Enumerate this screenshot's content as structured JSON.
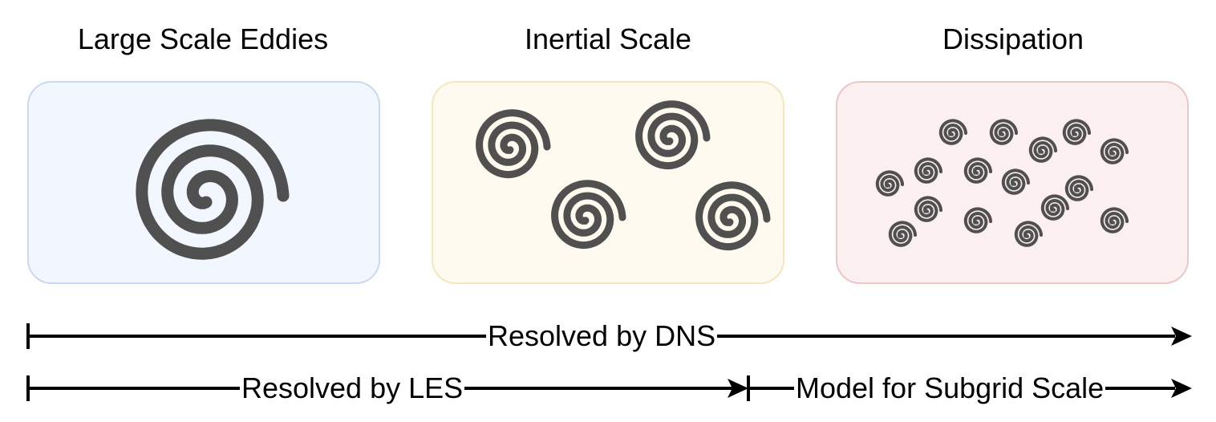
{
  "stages": [
    {
      "title": "Large Scale Eddies",
      "fill": "#f2f6fe",
      "stroke": "#cad9ef",
      "icon": "spiral-icon"
    },
    {
      "title": "Inertial Scale",
      "fill": "#fefaef",
      "stroke": "#f4e6c1",
      "icon": "spiral-icon"
    },
    {
      "title": "Dissipation",
      "fill": "#fcefef",
      "stroke": "#eac8c8",
      "icon": "spiral-icon"
    }
  ],
  "arrows": {
    "dns": {
      "label": "Resolved by DNS"
    },
    "les": {
      "label": "Resolved by LES"
    },
    "subgrid": {
      "label": "Model for Subgrid Scale"
    }
  },
  "colors": {
    "spiral": "#505050",
    "arrow": "#000000"
  }
}
